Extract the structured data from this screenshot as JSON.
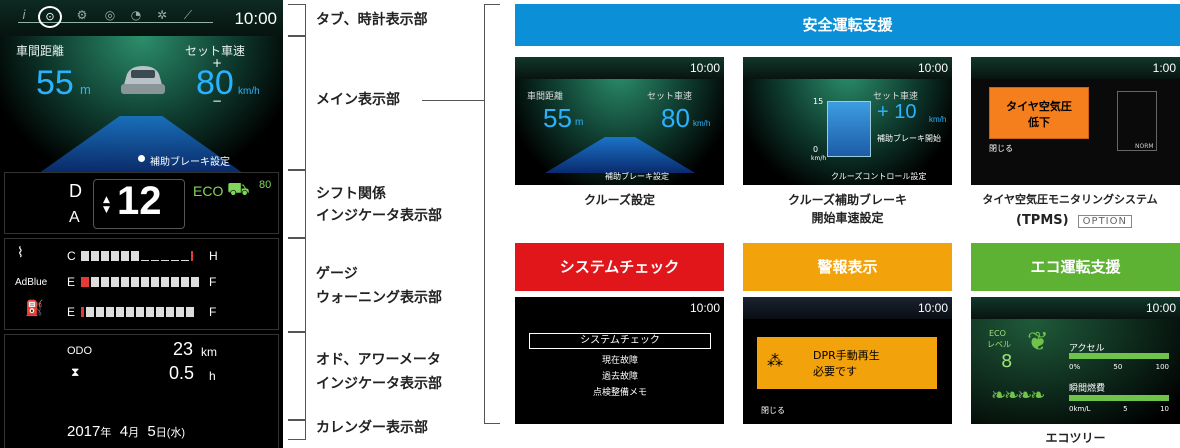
{
  "cluster": {
    "clock": "10:00",
    "distance_label": "車間距離",
    "distance_value": "55",
    "distance_unit": "m",
    "set_speed_label": "セット車速",
    "plus": "+",
    "minus": "−",
    "speed_value": "80",
    "speed_unit": "km/h",
    "assist_brake": "補助ブレーキ設定",
    "gear_d": "D",
    "gear_a": "A",
    "gear_num": "12",
    "eco": "ECO",
    "eco_value": "80",
    "gauge_c": "C",
    "gauge_h": "H",
    "gauge_e1": "E",
    "gauge_f1": "F",
    "adblue": "AdBlue",
    "gauge_e2": "E",
    "gauge_f2": "F",
    "odo_label": "ODO",
    "odo_value": "23",
    "odo_unit": "km",
    "hour_value": "0.5",
    "hour_unit": "h",
    "date_year": "2017",
    "date_year_unit": "年",
    "date_month": "4",
    "date_month_unit": "月",
    "date_day": "5",
    "date_day_unit": "日",
    "date_weekday": "(水)"
  },
  "annotations": {
    "tab": "タブ、時計表示部",
    "main": "メイン表示部",
    "shift_1": "シフト関係",
    "shift_2": "インジケータ表示部",
    "gauge_1": "ゲージ",
    "gauge_2": "ウォーニング表示部",
    "odo_1": "オド、アワーメータ",
    "odo_2": "インジケータ表示部",
    "calendar": "カレンダー表示部"
  },
  "sections": {
    "safety": "安全運転支援",
    "system_check": "システムチェック",
    "warning": "警報表示",
    "eco": "エコ運転支援"
  },
  "colors": {
    "safety": "#0b8fd6",
    "system_check": "#e0161b",
    "warning": "#f2a20b",
    "eco": "#5db133",
    "speed_blue": "#2bb2ff",
    "eco_green": "#7fd85a"
  },
  "thumbs": {
    "cruise": {
      "clock": "10:00",
      "distance_label": "車間距離",
      "distance_value": "55",
      "distance_unit": "m",
      "set_speed_label": "セット車速",
      "speed_value": "80",
      "speed_unit": "km/h",
      "assist": "補助ブレーキ設定",
      "caption": "クルーズ設定"
    },
    "brake": {
      "clock": "10:00",
      "scale_top": "15",
      "scale_bottom": "0",
      "scale_unit": "km/h",
      "set_speed_label": "セット車速",
      "value": "+ 10",
      "unit": "km/h",
      "start": "補助ブレーキ開始",
      "footer": "クルーズコントロール設定",
      "caption_1": "クルーズ補助ブレーキ",
      "caption_2": "開始車速設定"
    },
    "tpms": {
      "clock": "1:00",
      "warning_1": "タイヤ空気圧",
      "warning_2": "低下",
      "close": "閉じる",
      "norm": "NORM",
      "caption_1": "タイヤ空気圧モニタリングシステム",
      "caption_2": "(TPMS)",
      "option": "OPTION"
    },
    "syscheck": {
      "clock": "10:00",
      "items": [
        "システムチェック",
        "現在故障",
        "過去故障",
        "点検整備メモ"
      ]
    },
    "warn": {
      "clock": "10:00",
      "msg_1": "DPR手動再生",
      "msg_2": "必要です",
      "close": "閉じる"
    },
    "eco": {
      "clock": "10:00",
      "eco_label_1": "ECO",
      "eco_label_2": "レベル",
      "level": "8",
      "accel": "アクセル",
      "accel_ticks": [
        "0%",
        "50",
        "100"
      ],
      "fuel": "瞬間燃費",
      "fuel_ticks": [
        "0km/L",
        "5",
        "10"
      ],
      "caption": "エコツリー"
    }
  }
}
